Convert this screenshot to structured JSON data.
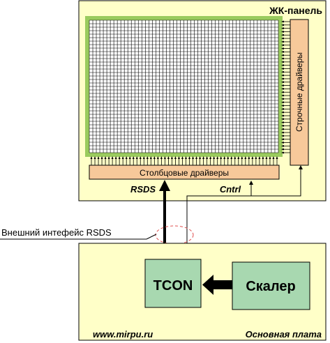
{
  "colors": {
    "board_fill": "#FFFFC8",
    "driver_fill": "#F7C99A",
    "chip_fill": "#A8D8B0",
    "grid_border": "#9ACB5E",
    "grid_line": "#000000",
    "arrow": "#000000",
    "interface_ellipse": "#E05050",
    "link_text": "#A0208A"
  },
  "panel": {
    "title": "ЖК-панель",
    "column_drivers": "Столбцовые драйверы",
    "row_drivers": "Строчные драйверы",
    "rsds_label": "RSDS",
    "cntrl_label": "Cntrl",
    "grid_columns": 54,
    "grid_rows": 38
  },
  "interface": {
    "label": "Внешний интефейс RSDS"
  },
  "board": {
    "title": "Основная плата",
    "url": "www.mirpu.ru",
    "tcon": "TCON",
    "scaler": "Скалер"
  }
}
